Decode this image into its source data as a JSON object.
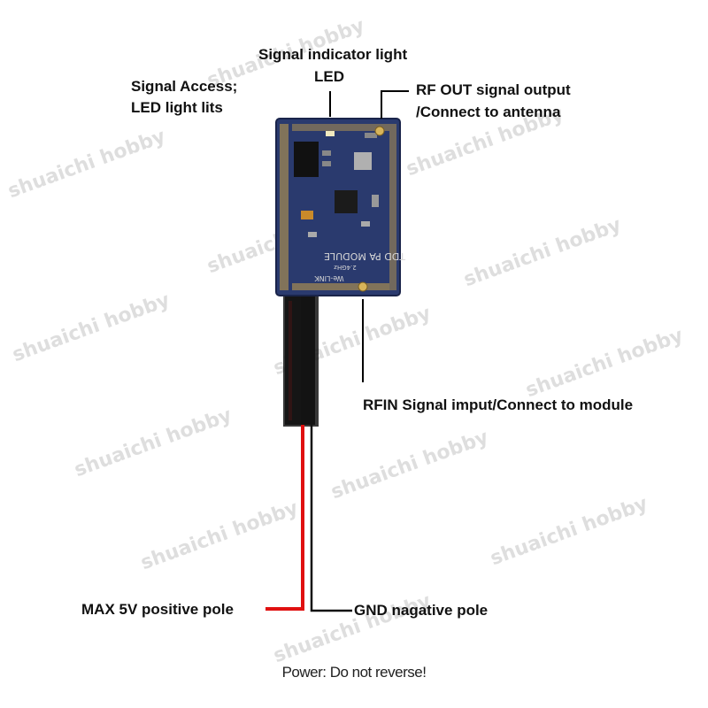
{
  "watermark_text": "shuaichi hobby",
  "labels": {
    "signal_led_title": "Signal indicator light",
    "signal_led_sub": "LED",
    "signal_access_1": "Signal Access;",
    "signal_access_2": "LED light lits",
    "rf_out_1": "RF OUT signal output",
    "rf_out_2": "/Connect to antenna",
    "rf_in": "RFIN Signal imput/Connect to module",
    "positive": "MAX 5V positive pole",
    "negative": "GND nagative pole"
  },
  "board_text": {
    "module_name": "TDD PA MODULE",
    "brand": "We-LINK",
    "freq": "2.4GHz"
  },
  "footer": "Power: Do not reverse!",
  "colors": {
    "board": "#2a3a6e",
    "gold": "#c9a34a",
    "red_wire": "#e01010",
    "black_wire": "#111111"
  }
}
